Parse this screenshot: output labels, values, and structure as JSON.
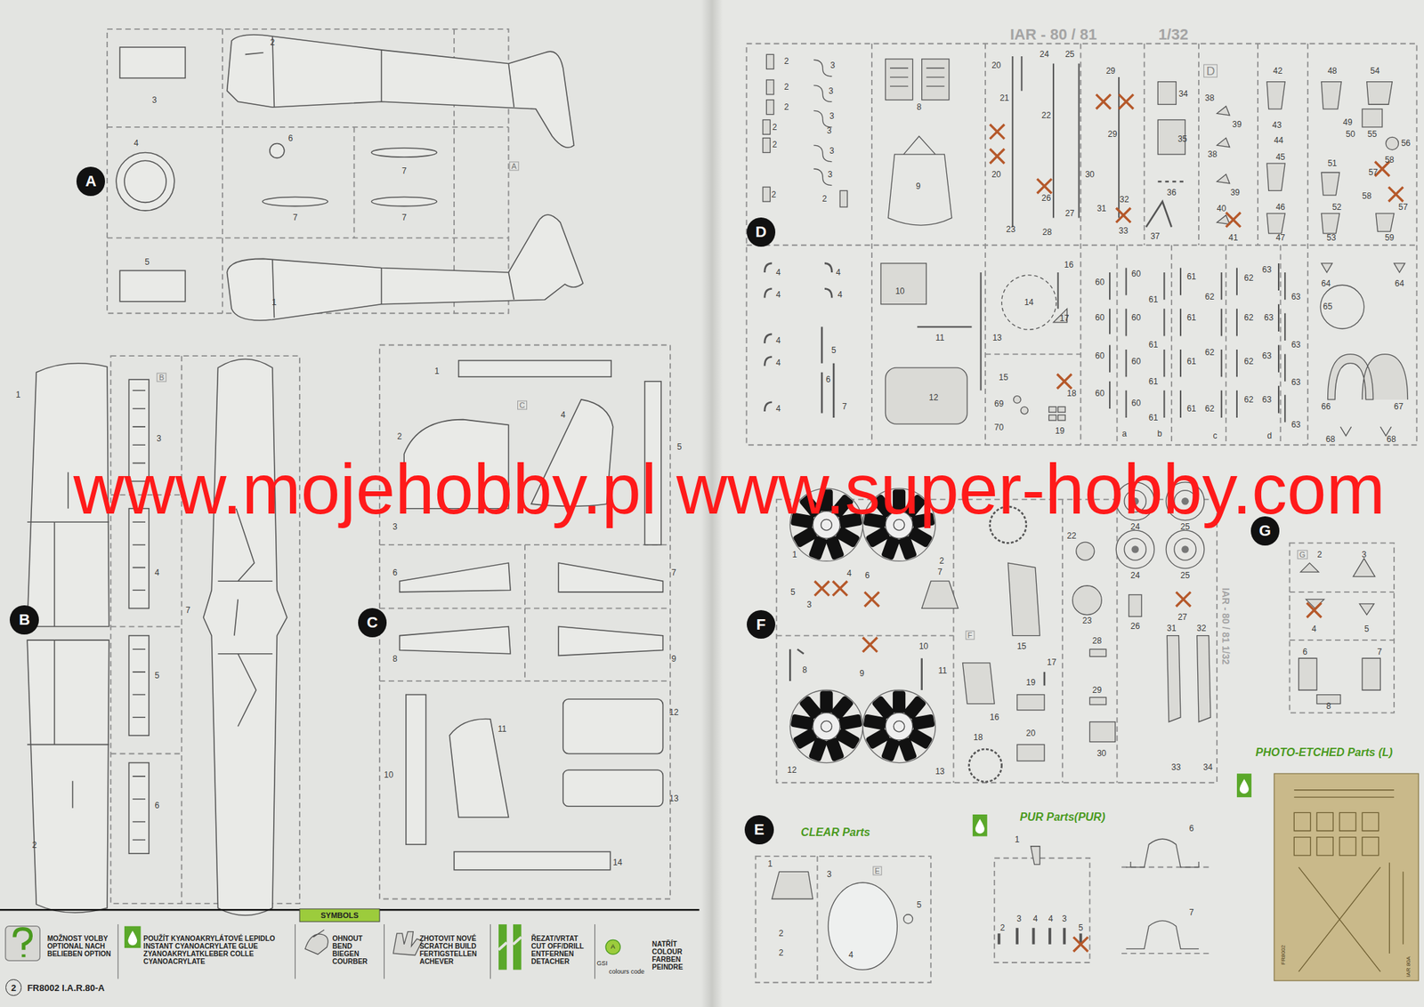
{
  "diagram": {
    "nodes": [
      {
        "text": [
          "A"
        ]
      },
      {
        "text": [
          "B"
        ]
      },
      {
        "text": [
          "C"
        ]
      },
      {
        "text": [
          "2"
        ]
      },
      {
        "text": [
          "D"
        ]
      },
      {
        "text": [
          "F"
        ]
      },
      {
        "text": [
          "G"
        ]
      },
      {
        "text": [
          "E"
        ]
      }
    ],
    "labels": [
      "2",
      "3",
      "6",
      "4",
      "7",
      "A",
      "7",
      "7",
      "5",
      "1",
      "1",
      "B",
      "3",
      "4",
      "7",
      "5",
      "6",
      "2",
      "1",
      "C",
      "4",
      "2",
      "5",
      "3",
      "6",
      "7",
      "8",
      "9",
      "11",
      "12",
      "10",
      "13",
      "14",
      "FR8002 I.A.R.80-A",
      "SYMBOLS",
      "GSI",
      "colours code",
      "A",
      "IAR - 80 / 81",
      "1/32",
      "2",
      "3",
      "2",
      "3",
      "2",
      "3",
      "2",
      "3",
      "2",
      "3",
      "3",
      "2",
      "2",
      "8",
      "9",
      "20",
      "21",
      "20",
      "23",
      "24",
      "25",
      "22",
      "26",
      "27",
      "28",
      "29",
      "29",
      "30",
      "31",
      "32",
      "33",
      "34",
      "35",
      "36",
      "37",
      "D",
      "38",
      "39",
      "38",
      "39",
      "40",
      "41",
      "42",
      "48",
      "54",
      "43",
      "44",
      "49",
      "50",
      "55",
      "56",
      "45",
      "51",
      "58",
      "57",
      "58",
      "57",
      "46",
      "52",
      "47",
      "53",
      "59",
      "4",
      "4",
      "4",
      "4",
      "4",
      "5",
      "4",
      "6",
      "4",
      "7",
      "10",
      "11",
      "12",
      "13",
      "14",
      "16",
      "17",
      "15",
      "18",
      "69",
      "19",
      "70",
      "60",
      "60",
      "60",
      "60",
      "60",
      "60",
      "60",
      "60",
      "61",
      "61",
      "61",
      "61",
      "61",
      "61",
      "61",
      "61",
      "62",
      "62",
      "62",
      "62",
      "62",
      "62",
      "62",
      "63",
      "63",
      "63",
      "63",
      "63",
      "63",
      "63",
      "63",
      "a",
      "b",
      "c",
      "d",
      "64",
      "64",
      "65",
      "66",
      "67",
      "68",
      "68",
      "www.mojehobby.pl www.super-hobby.com",
      "1",
      "2",
      "5",
      "3",
      "4",
      "6",
      "7",
      "8",
      "9",
      "10",
      "11",
      "F",
      "16",
      "15",
      "17",
      "19",
      "20",
      "18",
      "12",
      "13",
      "22",
      "23",
      "24",
      "25",
      "24",
      "25",
      "26",
      "27",
      "28",
      "29",
      "30",
      "31",
      "32",
      "33",
      "34",
      "IAR - 80 / 81 1/32",
      "G",
      "2",
      "3",
      "4",
      "5",
      "6",
      "7",
      "8",
      "PHOTO-ETCHED Parts (L)",
      "FR8002",
      "IAR 80A",
      "CLEAR Parts",
      "1",
      "3",
      "E",
      "2",
      "2",
      "4",
      "5",
      "PUR Parts(PUR)",
      "1",
      "6",
      "7",
      "2",
      "3",
      "4",
      "4",
      "3",
      "5"
    ],
    "legend": [
      {
        "text": "MOŽNOST VOLBY OPTIONAL NACH BELIEBEN OPTION"
      },
      {
        "text": "POUŽÍT KYANOAKRYLÁTOVÉ LEPIDLO INSTANT CYANOACRYLATE GLUE ZYANOAKRYLATKLEBER COLLE CYANOACRYLATE"
      },
      {
        "text": "OHNOUT BEND BIEGEN COURBER"
      },
      {
        "text": "ZHOTOVIT NOVÉ SCRATCH BUILD FERTIGSTELLEN ACHEVER"
      },
      {
        "text": "ŘEZAT/VRTAT CUT OFF/DRILL ENTFERNEN DETACHER"
      },
      {
        "text": "NATŘÍT COLOUR FARBEN PEINDRE"
      }
    ]
  }
}
